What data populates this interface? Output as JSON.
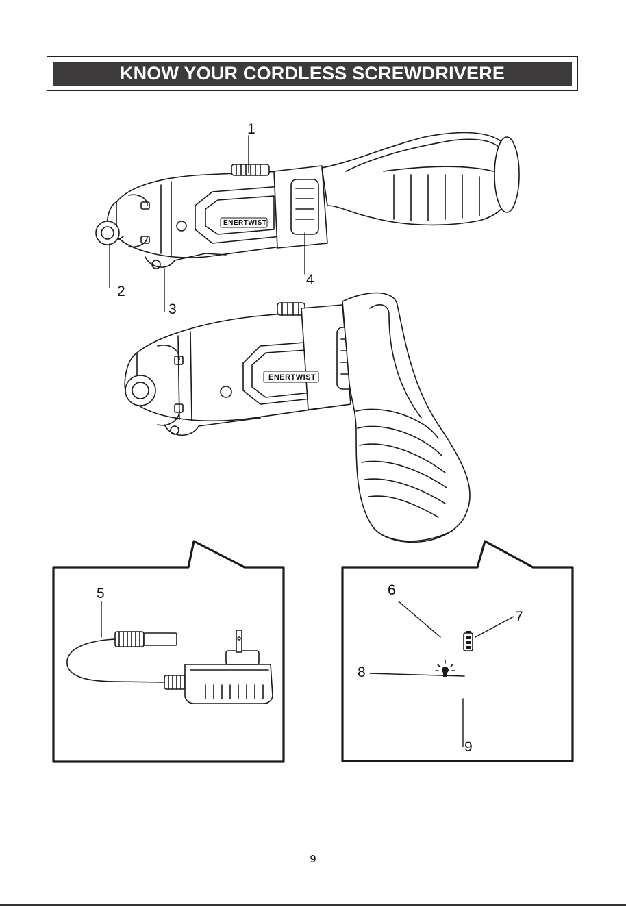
{
  "header": {
    "title": "KNOW YOUR CORDLESS SCREWDRIVERE"
  },
  "brand": "ENERTWIST",
  "callouts": [
    "1",
    "2",
    "3",
    "4",
    "5",
    "6",
    "7",
    "8",
    "9"
  ],
  "page": {
    "number": "9"
  }
}
